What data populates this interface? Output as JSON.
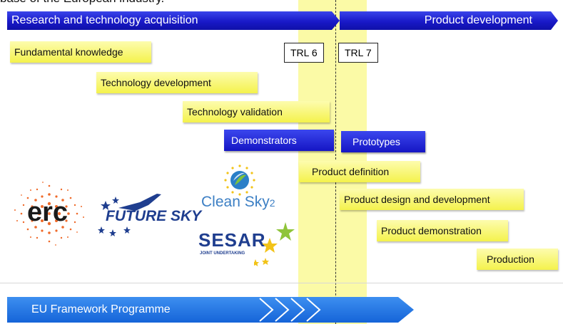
{
  "caption": "base of the European industry.",
  "header": {
    "left_label": "Research and technology acquisition",
    "right_label": "Product development"
  },
  "trl": {
    "left": "TRL 6",
    "right": "TRL 7"
  },
  "stages": [
    "Fundamental knowledge",
    "Technology development",
    "Technology validation",
    "Demonstrators",
    "Prototypes",
    "Product definition",
    "Product design and development",
    "Product demonstration",
    "Production"
  ],
  "logos": {
    "erc": "erc",
    "future_sky": "FUTURE SKY",
    "clean_sky": "Clean Sky",
    "clean_sky_suffix": "2",
    "sesar": "SESAR",
    "sesar_sub": "JOINT UNDERTAKING"
  },
  "footer": {
    "label": "EU Framework Programme"
  },
  "colors": {
    "blue_bar": "#1919c8",
    "yellow_box": "#f4f24c",
    "band": "#fbfaa6",
    "footer_bar": "#1564d8"
  }
}
